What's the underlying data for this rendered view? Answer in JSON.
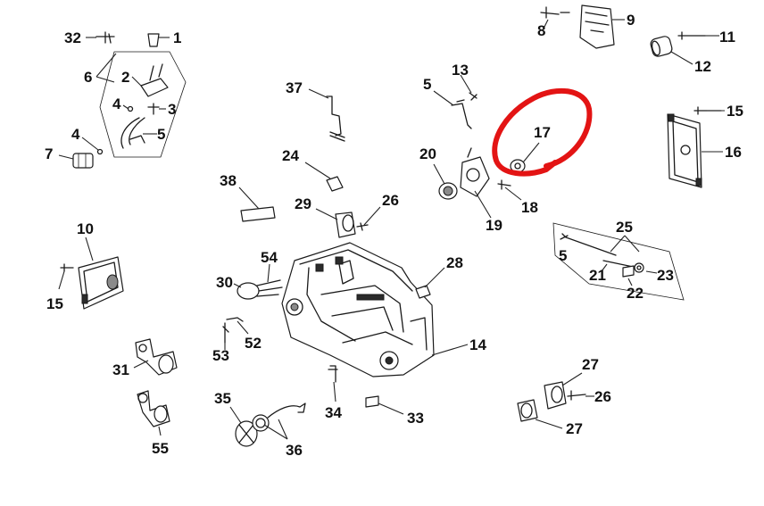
{
  "diagram": {
    "labels": {
      "p1": "1",
      "p2": "2",
      "p3": "3",
      "p4a": "4",
      "p4b": "4",
      "p5a": "5",
      "p5b": "5",
      "p5c": "5",
      "p6": "6",
      "p7": "7",
      "p8": "8",
      "p9": "9",
      "p10": "10",
      "p11": "11",
      "p12": "12",
      "p13": "13",
      "p14": "14",
      "p15a": "15",
      "p15b": "15",
      "p16": "16",
      "p17": "17",
      "p18": "18",
      "p19": "19",
      "p20": "20",
      "p21": "21",
      "p22": "22",
      "p23": "23",
      "p24": "24",
      "p25": "25",
      "p26a": "26",
      "p26b": "26",
      "p27a": "27",
      "p27b": "27",
      "p28": "28",
      "p29": "29",
      "p30": "30",
      "p31": "31",
      "p32": "32",
      "p33": "33",
      "p34": "34",
      "p35": "35",
      "p36": "36",
      "p37": "37",
      "p38": "38",
      "p52": "52",
      "p53": "53",
      "p54": "54",
      "p55": "55"
    },
    "highlight": {
      "part": "17",
      "color": "#e31414"
    }
  }
}
